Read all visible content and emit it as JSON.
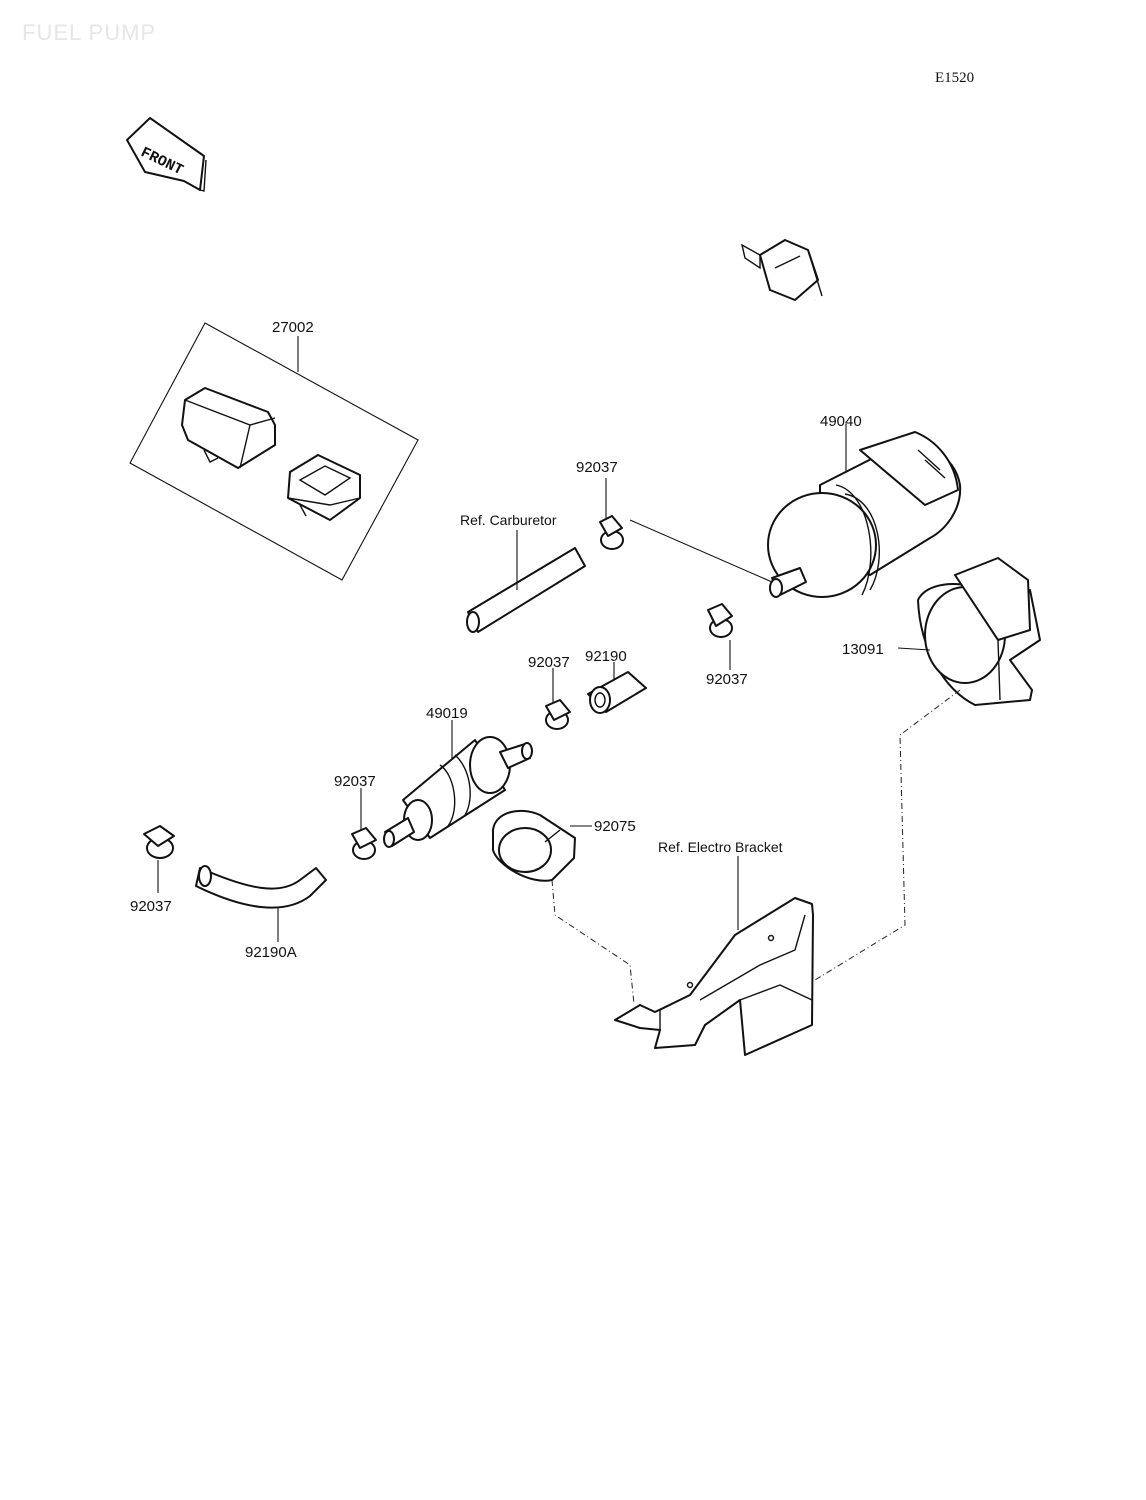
{
  "watermark": "FUEL PUMP",
  "diagram_code": "E1520",
  "front_label": "FRONT",
  "parts": {
    "relay_kit": "27002",
    "fuel_pump": "49040",
    "clamp_upper": "92037",
    "clamp_right": "92037",
    "clamp_filter_out": "92037",
    "hose_short": "92190",
    "fuel_filter": "49019",
    "clamp_filter_in": "92037",
    "clamp_left": "92037",
    "hose_bent": "92190A",
    "holder": "92075",
    "pump_bracket": "13091"
  },
  "refs": {
    "carburetor": "Ref. Carburetor",
    "electro_bracket": "Ref. Electro Bracket"
  }
}
